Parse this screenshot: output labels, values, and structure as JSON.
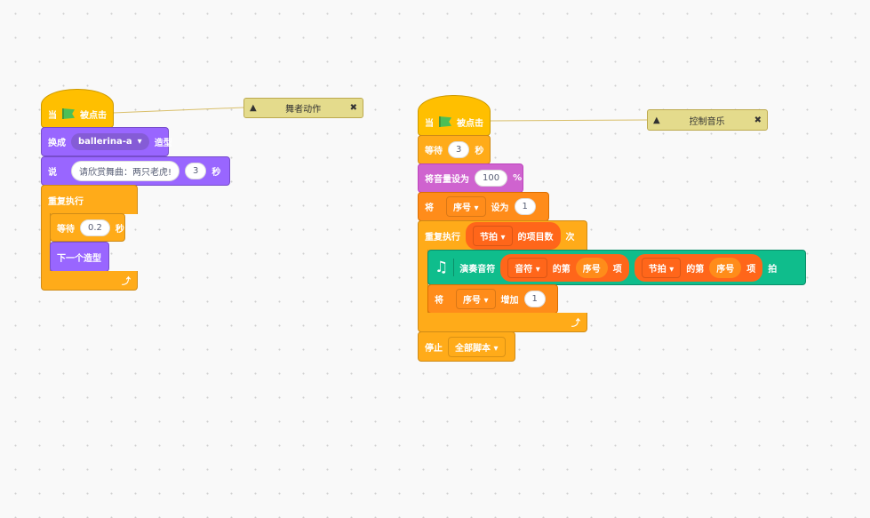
{
  "left_script": {
    "hat": {
      "when": "当",
      "clicked": "被点击"
    },
    "switch_costume": {
      "label": "换成",
      "costume": "ballerina-a",
      "suffix": "造型"
    },
    "say": {
      "label": "说",
      "message": "请欣赏舞曲：两只老虎!",
      "seconds": "3",
      "unit": "秒"
    },
    "forever": {
      "label": "重复执行"
    },
    "wait": {
      "label": "等待",
      "value": "0.2",
      "unit": "秒"
    },
    "next_costume": {
      "label": "下一个造型"
    },
    "comment": "舞者动作"
  },
  "right_script": {
    "hat": {
      "when": "当",
      "clicked": "被点击"
    },
    "wait": {
      "label": "等待",
      "value": "3",
      "unit": "秒"
    },
    "set_volume": {
      "label": "将音量设为",
      "value": "100",
      "unit": "%"
    },
    "set_var": {
      "label": "将",
      "var": "序号",
      "to": "设为",
      "value": "1"
    },
    "repeat": {
      "label": "重复执行",
      "list": "节拍",
      "length": "的项目数",
      "times": "次"
    },
    "play_note": {
      "label": "演奏音符",
      "list1": "音符",
      "of": "的第",
      "index1": "序号",
      "item": "项",
      "list2": "节拍",
      "index2": "序号",
      "beats": "拍"
    },
    "change_var": {
      "label": "将",
      "var": "序号",
      "by": "增加",
      "value": "1"
    },
    "stop": {
      "label": "停止",
      "option": "全部脚本"
    },
    "comment": "控制音乐"
  }
}
